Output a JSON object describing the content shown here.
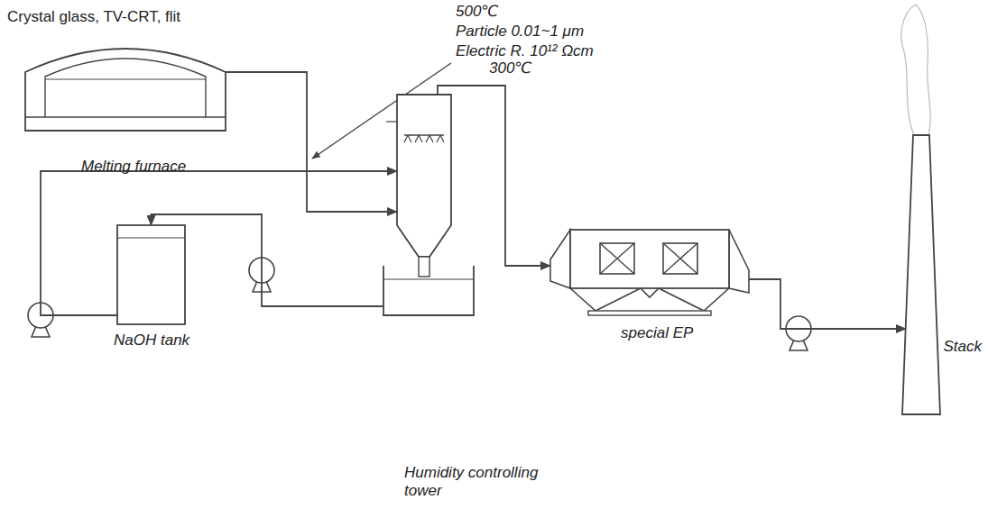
{
  "diagram": {
    "nodes": [
      {
        "text": [
          "Melting furnace"
        ]
      },
      {
        "text": [
          "NaOH tank"
        ]
      },
      {
        "text": [
          "Humidity controlling tower"
        ]
      },
      {
        "text": [
          "special EP"
        ]
      },
      {
        "text": [
          "Stack"
        ]
      }
    ],
    "edges": [
      {
        "from": 0,
        "to": 2,
        "arrow": "to"
      },
      {
        "from": 2,
        "to": 3,
        "label": "300℃",
        "arrow": "to"
      },
      {
        "from": 3,
        "to": 4,
        "arrow": "to"
      },
      {
        "from": 1,
        "to": 2,
        "arrow": "to"
      },
      {
        "from": 2,
        "to": 1,
        "arrow": "to"
      }
    ],
    "labels": [
      "Crystal glass, TV-CRT, flit",
      "500℃",
      "Particle 0.01~1 μm",
      "Electric R. 10¹² Ωcm"
    ]
  }
}
